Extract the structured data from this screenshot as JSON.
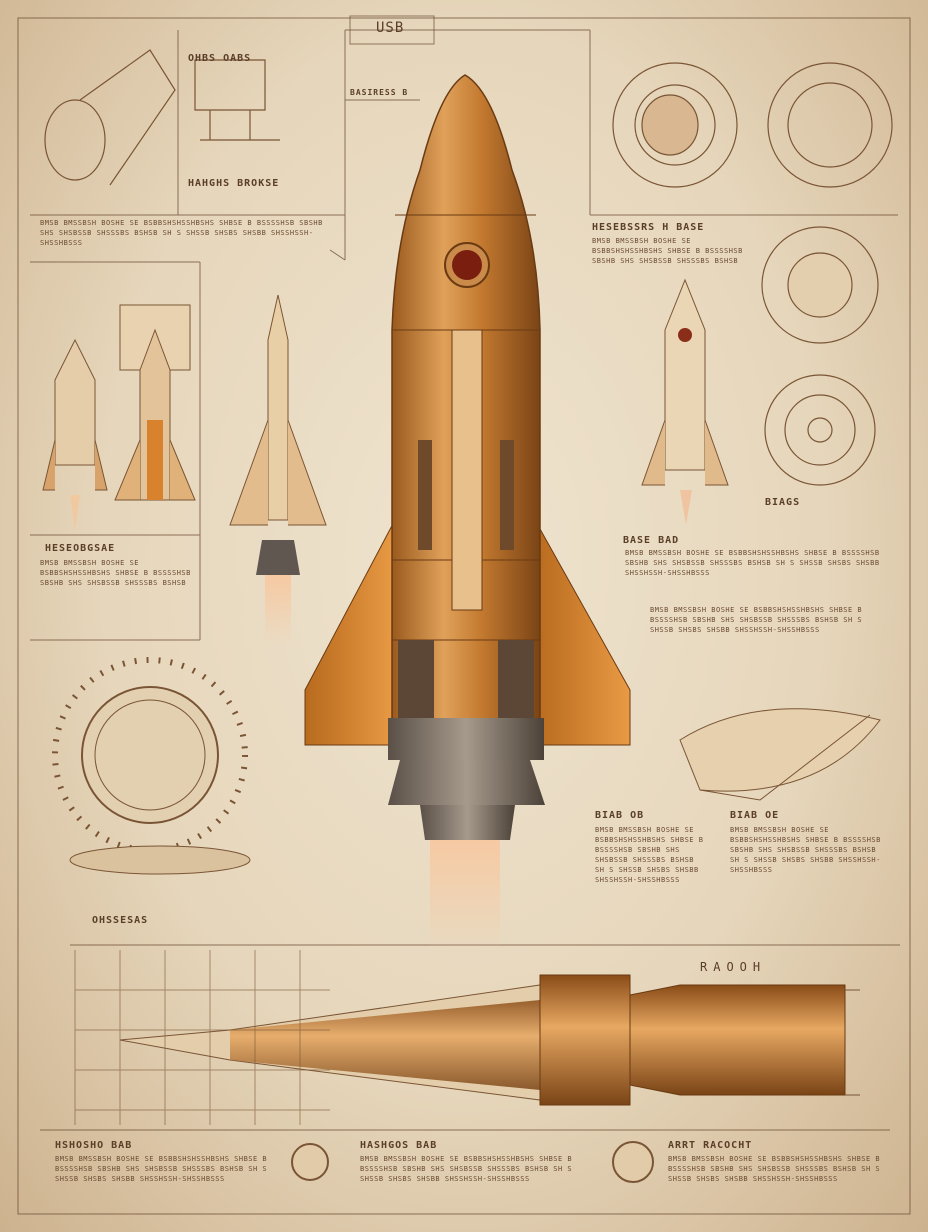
{
  "header": {
    "code": "USB"
  },
  "labels": {
    "top_left": "OHBS OABS",
    "top_left_sub": "HAHGHS BROKSE",
    "nose": "BASIRESS B",
    "left_mid": "HESEOBGSAE",
    "right_top": "HESEBSSRS H BASE",
    "right_box": "BIAGS",
    "right_mid": "BASE BAD",
    "left_wheel": "OHSSESAS",
    "mid_left": "BIAB OB",
    "mid_right": "BIAB OE",
    "bottom_left": "HSHOSHO BAB",
    "bottom_center": "HASHGOS BAB",
    "bottom_right": "ARRT RACOCHT",
    "bottom_scale": "RAOOH"
  },
  "body_text": "BMSB BMSSBSH BOSHE SE BSBBSHSHSSHBSHS SHBSE B BSSSSHSB SBSHB SHS SHSBSSB SHSSSBS BSHSB SH S SHSSB SHSBS SHSBB SHSSHSSH-SHSSHBSSS"
}
